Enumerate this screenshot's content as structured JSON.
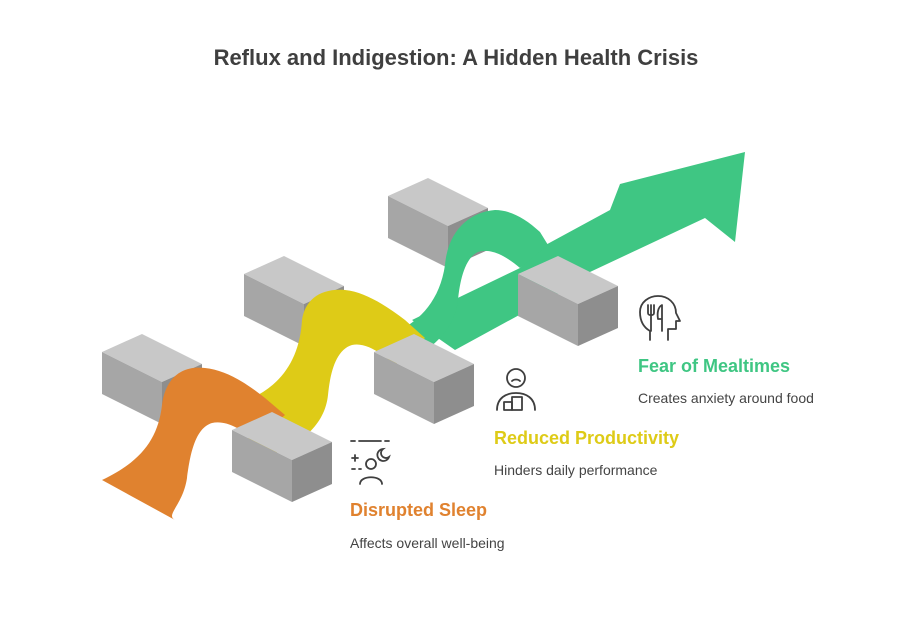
{
  "title": "Reflux and Indigestion: A Hidden Health Crisis",
  "colors": {
    "orange": "#e0822f",
    "yellow": "#decb17",
    "green": "#3fc683",
    "barrier_front": "#a6a6a6",
    "barrier_top": "#c8c8c8",
    "barrier_side": "#8e8e8e"
  },
  "items": [
    {
      "title": "Disrupted Sleep",
      "description": "Affects overall well-being",
      "color": "#e0822f",
      "icon": "sleep-moon-stars-icon"
    },
    {
      "title": "Reduced Productivity",
      "description": "Hinders daily performance",
      "color": "#decb17",
      "icon": "person-frown-desk-icon"
    },
    {
      "title": "Fear of Mealtimes",
      "description": "Creates anxiety around food",
      "color": "#3fc683",
      "icon": "head-fork-knife-icon"
    }
  ]
}
